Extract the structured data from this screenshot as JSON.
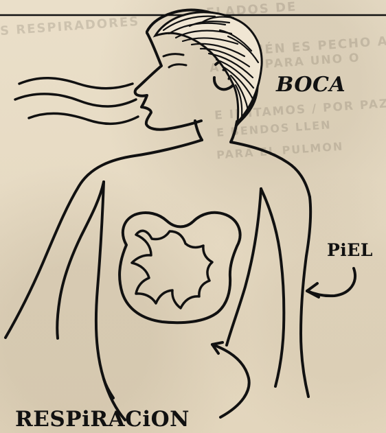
{
  "labels": {
    "mouth": "BOCA",
    "skin": "PiEL",
    "respiration": "RESPiRACiON"
  },
  "colors": {
    "ink": "#111111",
    "paper": "#e8dcc4",
    "bleed_text": "#6a5f50"
  },
  "background_bleed_text": [
    "ELADOS DE",
    "S RESPIRADORES",
    "AMBIÉN ES PECHO A LOS",
    "A MOS PARA UNO O",
    "E IMITAMOS / POR PAZ",
    "E BENDOS LLEN",
    "PARA EL PULMON"
  ]
}
